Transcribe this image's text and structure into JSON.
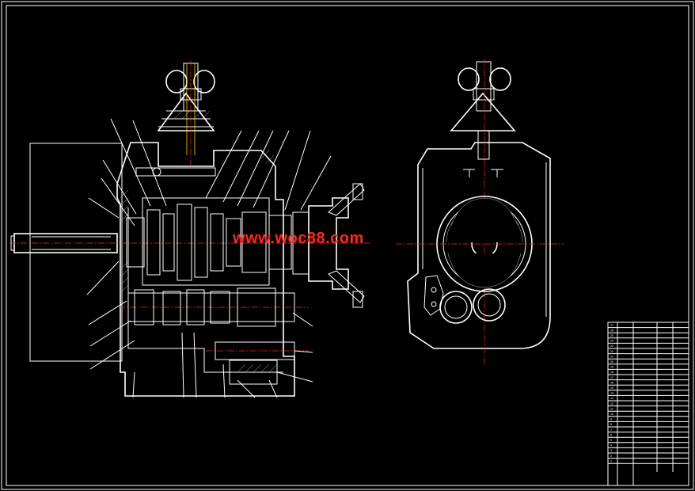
{
  "watermark": "www.woc88.com",
  "parts_table": {
    "row_numbers": [
      "27",
      "26",
      "25",
      "24",
      "23",
      "22",
      "21",
      "20",
      "19",
      "18",
      "17",
      "16",
      "15",
      "14",
      "13",
      "12",
      "11",
      "10",
      "9",
      "8",
      "7",
      "6",
      "5",
      "4",
      "3",
      "2",
      "1"
    ]
  },
  "colors": {
    "background": "#000000",
    "lines": "#ffffff",
    "centerline": "#ff2222",
    "watermark": "#ff2a1a"
  }
}
